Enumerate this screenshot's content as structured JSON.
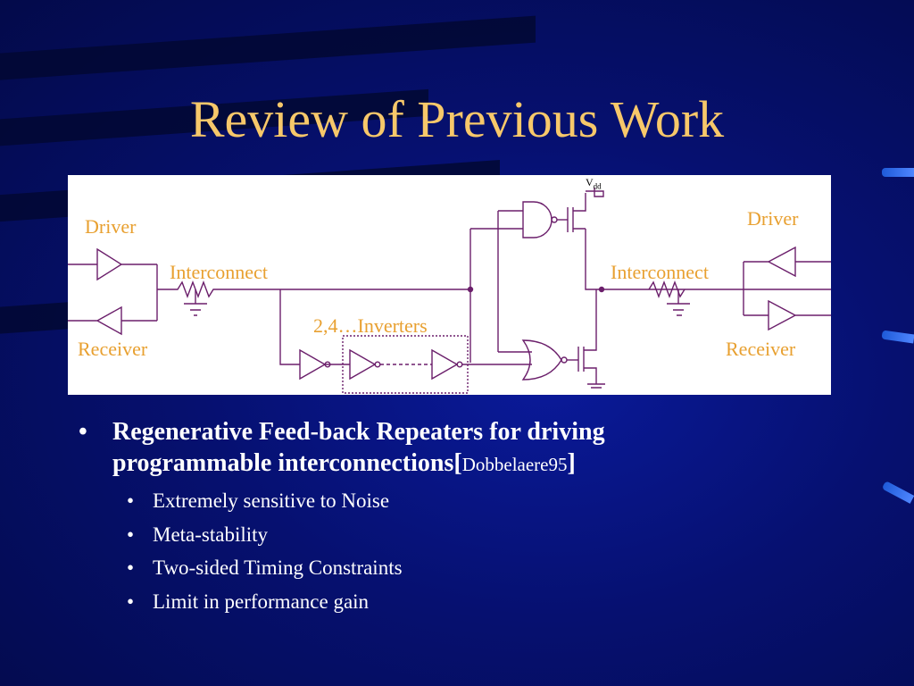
{
  "slide": {
    "title": "Review of Previous Work"
  },
  "diagram": {
    "driver_left": "Driver",
    "receiver_left": "Receiver",
    "interconnect_left": "Interconnect",
    "inverters": "2,4…Inverters",
    "interconnect_right": "Interconnect",
    "driver_right": "Driver",
    "receiver_right": "Receiver",
    "vdd_main": "V",
    "vdd_sub": "dd"
  },
  "bullets": {
    "main_text_line1": "Regenerative Feed-back Repeaters for driving",
    "main_text_line2": "programmable interconnections[",
    "main_ref": "Dobbelaere95",
    "main_close": "]",
    "subs": [
      "Extremely sensitive to Noise",
      "Meta-stability",
      "Two-sided Timing Constraints",
      "Limit in performance gain"
    ]
  },
  "colors": {
    "title": "#f7c86a",
    "label": "#e8a030",
    "wire": "#6b1f6b",
    "background": "#061070"
  }
}
